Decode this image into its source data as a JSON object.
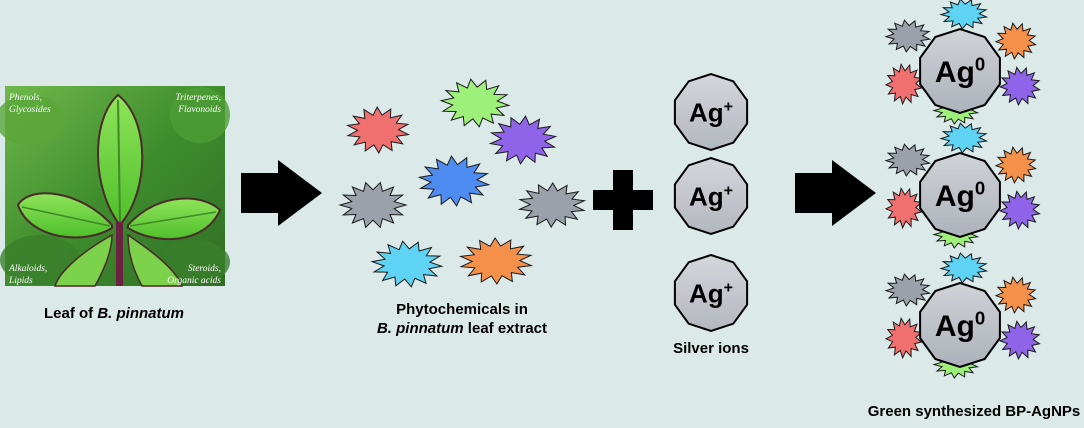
{
  "leaf": {
    "corner_labels": {
      "top_left_1": "Phenols,",
      "top_left_2": "Glycosides",
      "top_right_1": "Triterpenes,",
      "top_right_2": "Flavonoids",
      "bottom_left_1": "Alkaloids,",
      "bottom_left_2": "Lipids",
      "bottom_right_1": "Steroids,",
      "bottom_right_2": "Organic acids"
    },
    "caption_prefix": "Leaf of ",
    "caption_species": "B. pinnatum"
  },
  "phytochemicals": {
    "caption_line1": "Phytochemicals in",
    "caption_line2_species": "B. pinnatum",
    "caption_line2_rest": " leaf extract"
  },
  "silver_ions": {
    "ion_base": "Ag",
    "ion_charge": "+",
    "caption": "Silver ions"
  },
  "nanoparticles": {
    "np_base": "Ag",
    "np_charge": "0",
    "caption": "Green synthesized BP-AgNPs"
  },
  "colors": {
    "background": "#dbe9e9",
    "star_red": "#f07070",
    "star_green": "#9df07a",
    "star_purple": "#8f64e8",
    "star_grey": "#9aa1ab",
    "star_blue": "#4e8cf2",
    "star_cyan": "#5fd3f3",
    "star_orange": "#f5904a",
    "ion_fill": "#c5c8cd"
  },
  "icons": [
    "arrow-right-icon",
    "plus-icon",
    "burst-star-icon",
    "decagon-ion-icon"
  ]
}
